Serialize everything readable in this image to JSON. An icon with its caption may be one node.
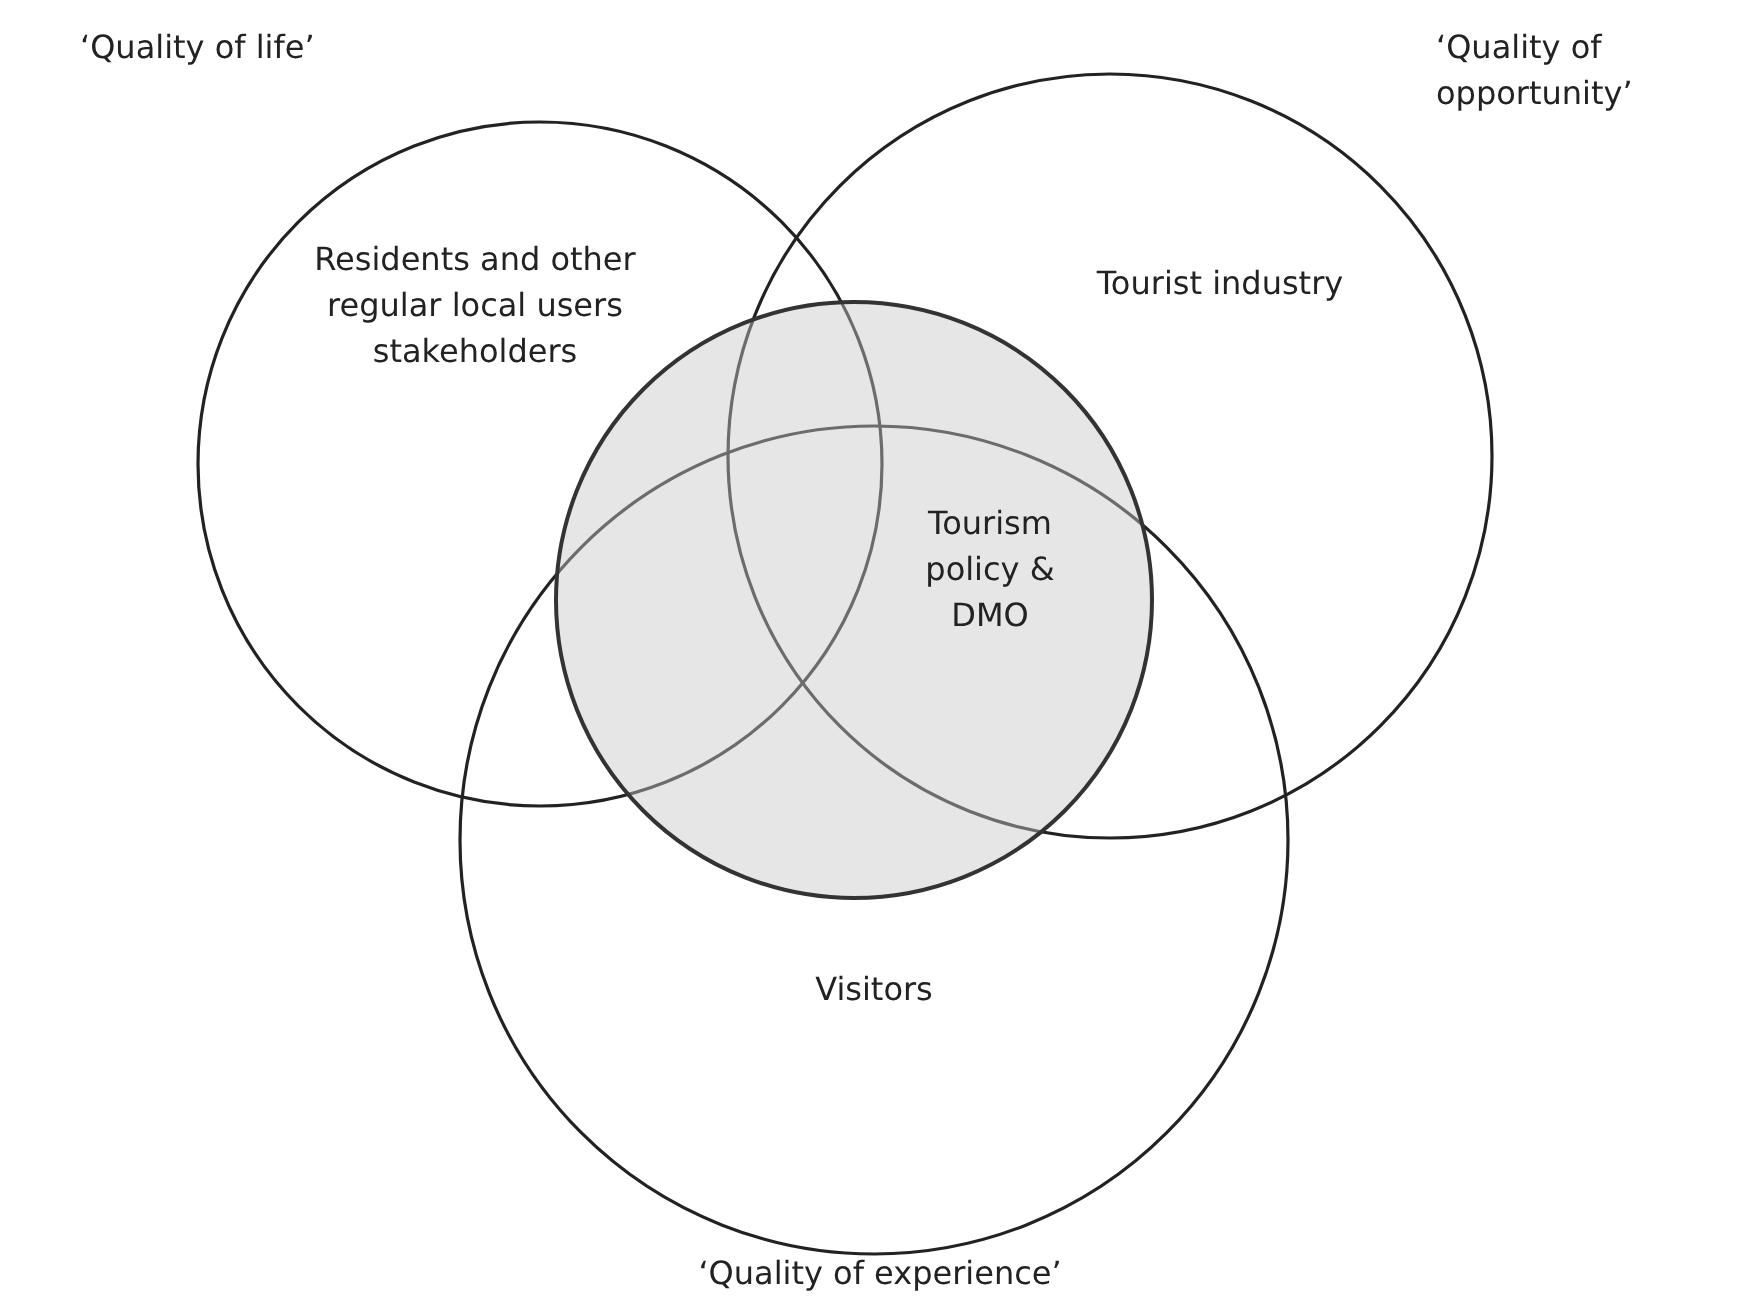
{
  "diagram": {
    "nodes": [
      {
        "text": [
          "Residents and other regular local users stakeholders"
        ],
        "beside": [
          "‘Quality of life’"
        ]
      },
      {
        "text": [
          "Tourist industry"
        ],
        "beside": [
          "‘Quality of opportunity’"
        ]
      },
      {
        "text": [
          "Visitors"
        ],
        "beside": [
          "‘Quality of experience’"
        ]
      },
      {
        "text": [
          "Tourism policy & DMO"
        ]
      }
    ]
  }
}
